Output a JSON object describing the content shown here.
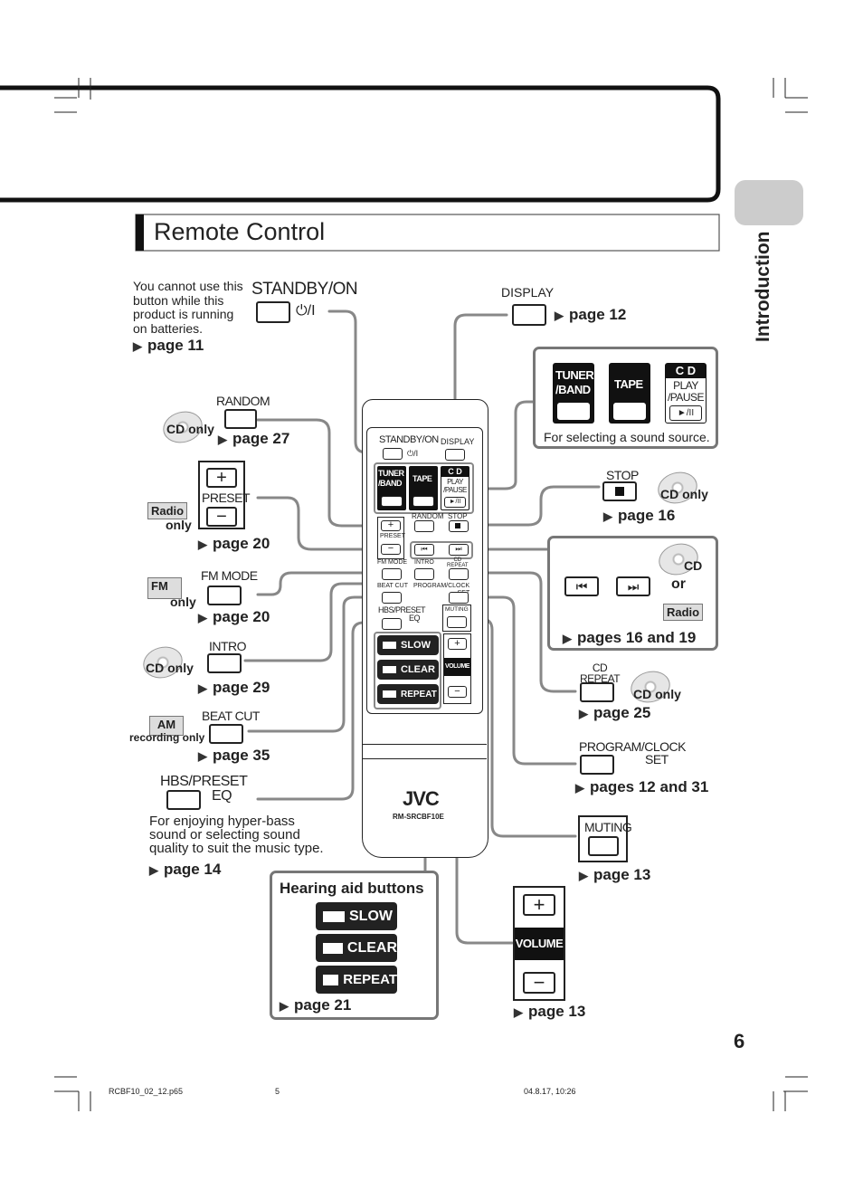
{
  "header": {
    "title": "Remote Control",
    "side_tab": "Introduction",
    "page_number": "6"
  },
  "standby": {
    "note": [
      "You cannot use this",
      "button while this",
      "product is running",
      "on batteries."
    ],
    "label": "STANDBY/ON",
    "symbol": "⏻/I",
    "page": "page 11"
  },
  "display": {
    "label": "DISPLAY",
    "page": "page 12"
  },
  "source": {
    "tuner": [
      "TUNER",
      "/BAND"
    ],
    "tape": "TAPE",
    "cd": "C D",
    "cd_sub": [
      "PLAY",
      "/PAUSE"
    ],
    "cd_icon": "►/II",
    "caption": "For selecting a sound source."
  },
  "random": {
    "label": "RANDOM",
    "tag": "CD only",
    "page": "page 27"
  },
  "preset": {
    "plus": "+",
    "label": "PRESET",
    "minus": "−",
    "tag": [
      "Radio",
      "only"
    ],
    "page": "page 20"
  },
  "fm_mode": {
    "label": "FM MODE",
    "tag": [
      "FM",
      "only"
    ],
    "page": "page 20"
  },
  "intro": {
    "label": "INTRO",
    "tag": "CD only",
    "page": "page 29"
  },
  "beat_cut": {
    "label": "BEAT CUT",
    "tag": [
      "AM",
      "recording only"
    ],
    "page": "page 35"
  },
  "hbs": {
    "label": [
      "HBS/PRESET",
      "EQ"
    ],
    "note": [
      "For enjoying hyper-bass",
      "sound or selecting sound",
      "quality to suit the music type."
    ],
    "page": "page 14"
  },
  "stop": {
    "label": "STOP",
    "tag": "CD only",
    "page": "page 16"
  },
  "skip": {
    "prev": "⏮",
    "next": "⏭",
    "cd": "CD",
    "or": "or",
    "radio": "Radio",
    "page": "pages 16 and 19"
  },
  "cd_repeat": {
    "label": [
      "CD",
      "REPEAT"
    ],
    "tag": "CD only",
    "page": "page 25"
  },
  "program": {
    "label": [
      "PROGRAM/CLOCK",
      "SET"
    ],
    "page": "pages 12 and 31"
  },
  "muting": {
    "label": "MUTING",
    "page": "page 13"
  },
  "volume": {
    "plus": "+",
    "label": "VOLUME",
    "minus": "−",
    "page": "page 13"
  },
  "hearing": {
    "title": "Hearing aid buttons",
    "buttons": [
      "SLOW",
      "CLEAR",
      "REPEAT"
    ],
    "page": "page 21"
  },
  "remote": {
    "standby": "STANDBY/ON",
    "standby_sym": "⏻/I",
    "display": "DISPLAY",
    "tuner": [
      "TUNER",
      "/BAND"
    ],
    "tape": "TAPE",
    "cd": "C D",
    "cd_sub": [
      "PLAY",
      "/PAUSE"
    ],
    "cd_icon": "►/II",
    "random": "RANDOM",
    "stop": "STOP",
    "preset": "PRESET",
    "fm_mode": "FM MODE",
    "intro": "INTRO",
    "repeat": [
      "CD",
      "REPEAT"
    ],
    "beat_cut": "BEAT CUT",
    "program": [
      "PROGRAM/CLOCK",
      "SET"
    ],
    "hbs": [
      "HBS/PRESET",
      "EQ"
    ],
    "muting": "MUTING",
    "slow": "SLOW",
    "clear": "CLEAR",
    "rep": "REPEAT",
    "volume": "VOLUME",
    "brand": "JVC",
    "model": "RM-SRCBF10E"
  },
  "footer": {
    "file": "RCBF10_02_12.p65",
    "page": "5",
    "date": "04.8.17, 10:26"
  }
}
